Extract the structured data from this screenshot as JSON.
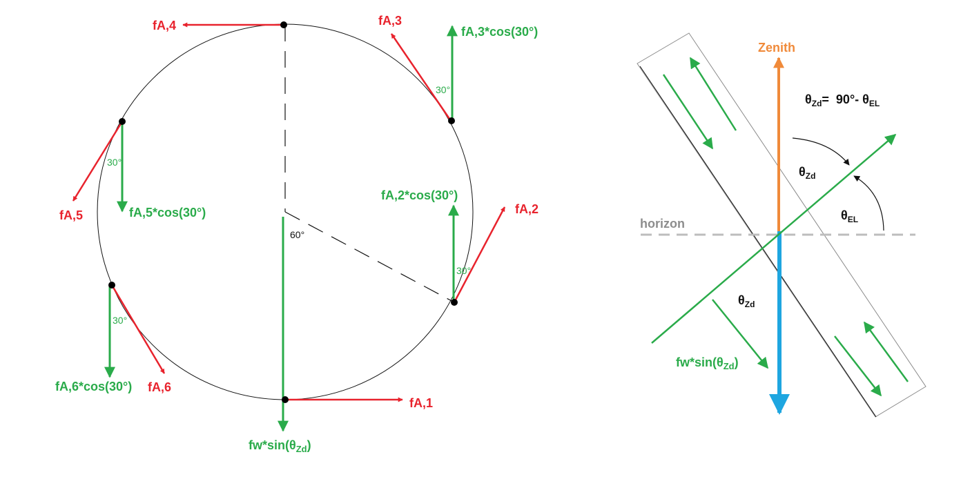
{
  "colors": {
    "red": "#e8232d",
    "green": "#2aab4a",
    "orange": "#f08a3a",
    "blue": "#1ea6e0",
    "gray": "#bdbdbd",
    "black": "#111111"
  },
  "left": {
    "fa1": "fA,1",
    "fa2": "fA,2",
    "fa3": "fA,3",
    "fa4": "fA,4",
    "fa5": "fA,5",
    "fa6": "fA,6",
    "fa2cos": "fA,2*cos(30°)",
    "fa3cos": "fA,3*cos(30°)",
    "fa5cos": "fA,5*cos(30°)",
    "fa6cos": "fA,6*cos(30°)",
    "angle30": "30°",
    "angle60": "60°",
    "fw_prefix": "fw*sin(θ",
    "fw_sub": "Zd",
    "fw_suffix": ")"
  },
  "right": {
    "zenith": "Zenith",
    "horizon": "horizon",
    "theta": "θ",
    "zd": "Zd",
    "el": "EL",
    "eq_eq": "=  90°- ",
    "fw_prefix": "fw*sin(θ",
    "fw_sub": "Zd",
    "fw_suffix": ")"
  }
}
